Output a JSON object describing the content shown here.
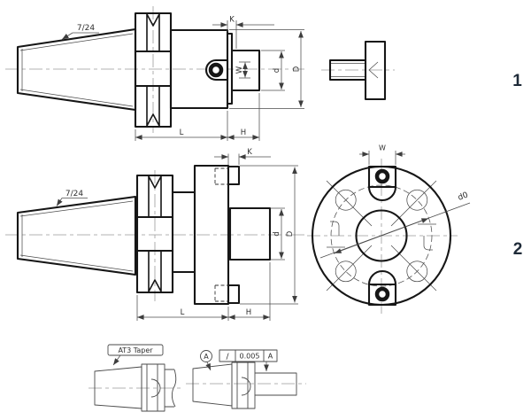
{
  "colors": {
    "line": "#161616",
    "thin": "#4c4c4c",
    "centerline": "#9b9b9b",
    "detail": "#4a4a4a",
    "item": "#1e2a38",
    "bg": "#ffffff"
  },
  "views": {
    "side_view_top": {
      "taper_note": "7/24",
      "dim_k": "K",
      "dim_w": "W",
      "dim_d": "d",
      "dim_D": "D",
      "dim_l": "L",
      "dim_h": "H"
    },
    "side_view_bottom": {
      "taper_note": "7/24",
      "dim_k": "K",
      "dim_d": "d",
      "dim_D": "D",
      "dim_l": "L",
      "dim_h": "H"
    },
    "front_view": {
      "dim_w": "W",
      "dim_d0": "d0"
    },
    "items": {
      "item1": "1",
      "item2": "2"
    },
    "detail_taper": {
      "note": "AT3 Taper"
    },
    "detail_runout": {
      "datum_label": "A",
      "symbol": "/",
      "tolerance": "0.005",
      "datum_ref": "A"
    }
  }
}
